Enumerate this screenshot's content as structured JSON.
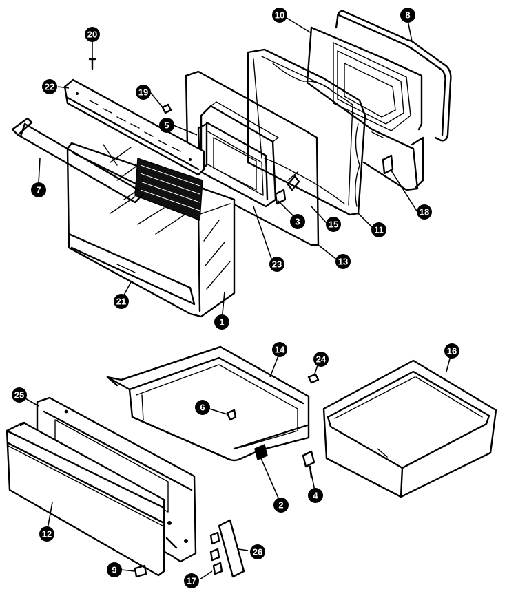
{
  "callouts": {
    "c20": "20",
    "c10": "10",
    "c8": "8",
    "c22": "22",
    "c19": "19",
    "c5": "5",
    "c7": "7",
    "c3": "3",
    "c15": "15",
    "c11": "11",
    "c18": "18",
    "c23": "23",
    "c13": "13",
    "c21": "21",
    "c1": "1",
    "c14": "14",
    "c24": "24",
    "c16": "16",
    "c25": "25",
    "c6": "6",
    "c2": "2",
    "c4": "4",
    "c12": "12",
    "c26": "26",
    "c9": "9",
    "c17": "17"
  }
}
